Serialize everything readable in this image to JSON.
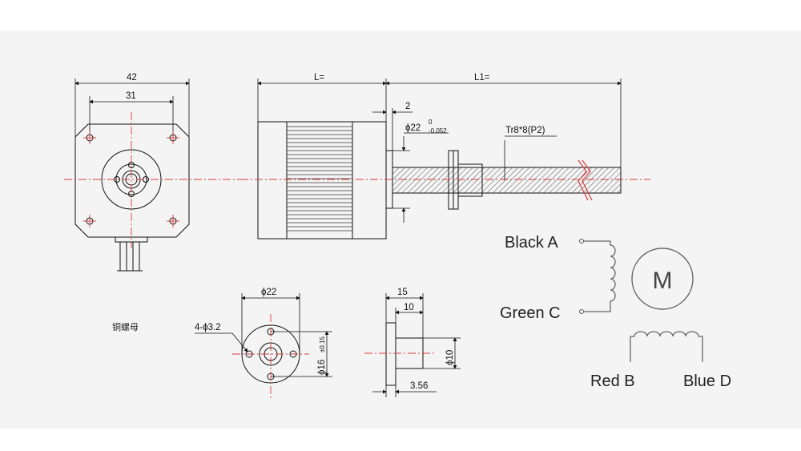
{
  "front_view": {
    "dim_width": "42",
    "dim_holes": "31"
  },
  "side_view": {
    "dim_body": "L=",
    "dim_shaft": "L1=",
    "dim_boss": "2",
    "dim_boss_dia": "ϕ22",
    "dim_boss_tol_upper": "0",
    "dim_boss_tol_lower": "-0.052",
    "thread_label": "Tr8*8(P2)"
  },
  "nut_front": {
    "label_cn": "铜螺母",
    "dim_dia": "ϕ22",
    "dim_holes": "4-ϕ3.2",
    "dim_pcd": "ϕ16",
    "dim_pcd_tol": "±0.15"
  },
  "nut_side": {
    "dim_total": "15",
    "dim_sleeve": "10",
    "dim_sleeve_dia": "ϕ10",
    "dim_flange": "3.56"
  },
  "wiring": {
    "motor_symbol": "M",
    "black": "Black A",
    "green": "Green C",
    "red": "Red B",
    "blue": "Blue D"
  }
}
